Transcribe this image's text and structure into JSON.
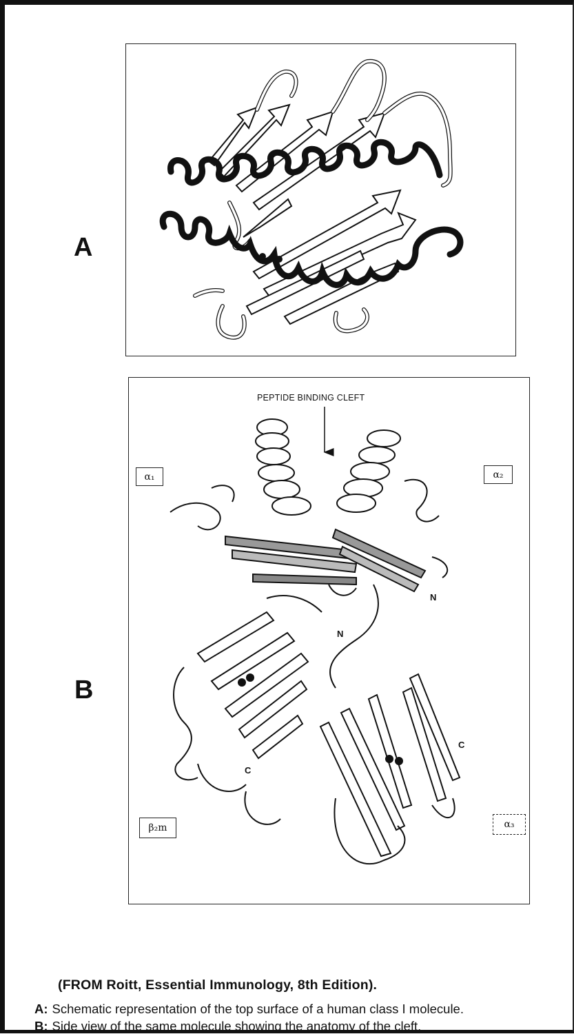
{
  "panel_a": {
    "letter": "A"
  },
  "panel_b": {
    "letter": "B",
    "cleft_label": "PEPTIDE BINDING CLEFT",
    "domain_labels": {
      "alpha1": "α₁",
      "alpha2": "α₂",
      "beta2m": "β₂m",
      "alpha3": "α₃"
    },
    "terminus_labels": {
      "n_upper": "N",
      "n_lower": "N",
      "c_left": "C",
      "c_right": "C"
    }
  },
  "source": "(FROM  Roitt, Essential Immunology, 8th Edition).",
  "captions": [
    {
      "key": "A:",
      "text": "Schematic representation of the top surface of a human class I molecule."
    },
    {
      "key": "B:",
      "text": "Side view of the same molecule showing the anatomy of the cleft."
    }
  ]
}
